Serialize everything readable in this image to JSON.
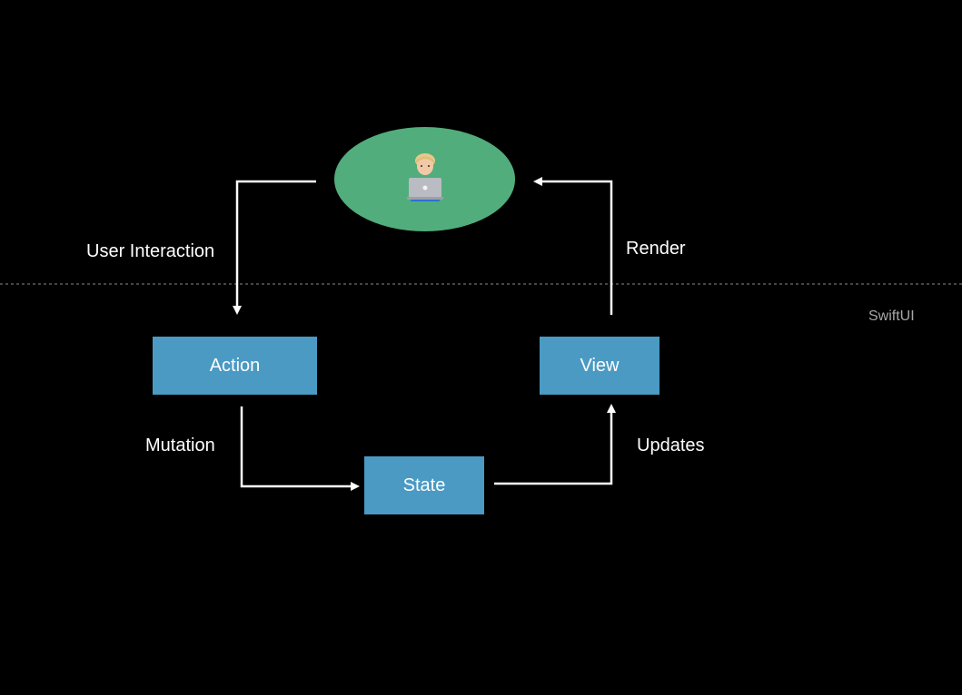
{
  "diagram": {
    "nodes": {
      "user": {
        "icon": "developer-with-laptop-icon",
        "color": "#52ad7c"
      },
      "action": {
        "label": "Action"
      },
      "view": {
        "label": "View"
      },
      "state": {
        "label": "State"
      }
    },
    "edges": {
      "user_interaction": "User Interaction",
      "render": "Render",
      "mutation": "Mutation",
      "updates": "Updates"
    },
    "boundary_label": "SwiftUI",
    "colors": {
      "background": "#000000",
      "box": "#4a9ac3",
      "arrow": "#ffffff",
      "divider": "#8a8a8a"
    }
  }
}
